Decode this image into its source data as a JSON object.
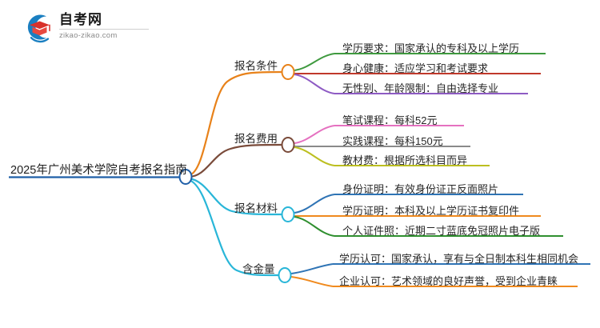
{
  "logo": {
    "title": "自考网",
    "subtitle": "zikao-zikao.com",
    "mark_icon": "graduation-cap-logo-icon",
    "colors": {
      "swoosh": "#1a7fc1",
      "cap": "#d8312a",
      "book": "#e8493f"
    }
  },
  "mindmap": {
    "root": {
      "label": "2025年广州美术学院自考报名指南",
      "underline_color": "#1f5fa8",
      "node_color": "#1f5fa8"
    },
    "branches": [
      {
        "label": "报名条件",
        "branch_color": "#e8821a",
        "node_color": "#e8821a",
        "leaves": [
          {
            "label": "学历要求：国家承认的专科及以上学历",
            "color": "#3f9a3f"
          },
          {
            "label": "身心健康：适应学习和考试要求",
            "color": "#c0392b"
          },
          {
            "label": "无性别、年龄限制：自由选择专业",
            "color": "#8e5bc4"
          }
        ]
      },
      {
        "label": "报名费用",
        "branch_color": "#7a4b3a",
        "node_color": "#7a4b3a",
        "leaves": [
          {
            "label": "笔试课程：每科52元",
            "color": "#e571c0"
          },
          {
            "label": "实践课程：每科150元",
            "color": "#8a8a8a"
          },
          {
            "label": "教材费：根据所选科目而异",
            "color": "#bcbf20"
          }
        ]
      },
      {
        "label": "报名材料",
        "branch_color": "#29b6d8",
        "node_color": "#29b6d8",
        "leaves": [
          {
            "label": "身份证明：有效身份证正反面照片",
            "color": "#2f74b5"
          },
          {
            "label": "学历证明：本科及以上学历证书复印件",
            "color": "#f08a1e"
          },
          {
            "label": "个人证件照：近期二寸蓝底免冠照片电子版",
            "color": "#2f8f2f"
          }
        ]
      },
      {
        "label": "含金量",
        "branch_color": "#29b6d8",
        "node_color": "#29b6d8",
        "leaves": [
          {
            "label": "学历认可：国家承认，享有与全日制本科生相同机会",
            "color": "#2f74b5"
          },
          {
            "label": "企业认可：艺术领域的良好声誉，受到企业青睐",
            "color": "#f08a1e"
          }
        ]
      }
    ]
  }
}
